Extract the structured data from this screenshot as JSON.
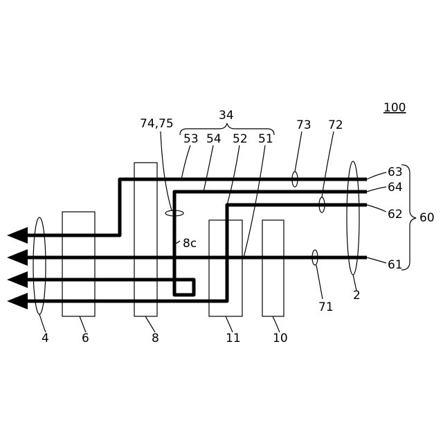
{
  "figure": {
    "reference": "100",
    "group_label_34": "34",
    "group_label_60": "60",
    "component_labels": {
      "c4": "4",
      "c6": "6",
      "c8": "8",
      "c11": "11",
      "c10": "10",
      "c2": "2"
    },
    "fiber_labels": {
      "l53": "53",
      "l54": "54",
      "l52": "52",
      "l51": "51",
      "l63": "63",
      "l64": "64",
      "l62": "62",
      "l61": "61"
    },
    "other_labels": {
      "l7475": "74,75",
      "l73": "73",
      "l72": "72",
      "l71": "71",
      "l8c": "8c"
    }
  }
}
